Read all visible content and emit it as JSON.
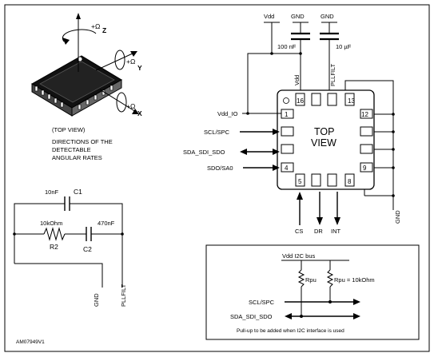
{
  "frame": {
    "figure_id": "AM07949V1"
  },
  "sensor_sketch": {
    "axis_x": "X",
    "axis_y": "Y",
    "axis_z": "Z",
    "omega_x": "+Ω",
    "omega_y": "+Ω",
    "omega_z": "+Ω",
    "caption": [
      "(TOP VIEW)",
      "DIRECTIONS OF THE",
      "DETECTABLE",
      "ANGULAR RATES"
    ]
  },
  "chip": {
    "center_line1": "TOP",
    "center_line2": "VIEW",
    "pins": {
      "p1": "1",
      "p4": "4",
      "p5": "5",
      "p8": "8",
      "p9": "9",
      "p12": "12",
      "p13": "13",
      "p16": "16"
    },
    "vertical_labels": {
      "vdd": "Vdd",
      "pllfilt": "PLLFILT"
    }
  },
  "supply": {
    "vdd": "Vdd",
    "gnd1": "GND",
    "gnd2": "GND",
    "cap1": "100 nF",
    "cap2": "10 µF",
    "gnd_right": "GND"
  },
  "signals": {
    "vdd_io": "Vdd_IO",
    "scl_spc": "SCL/SPC",
    "sda_sdi_sdo": "SDA_SDI_SDO",
    "sdo_sa0": "SDO/SA0",
    "cs": "CS",
    "dr": "DR",
    "int": "INT"
  },
  "pll_filter": {
    "c1_value": "10nF",
    "c1_name": "C1",
    "r2_value": "10kOhm",
    "r2_name": "R2",
    "c2_value": "470nF",
    "c2_name": "C2",
    "gnd": "GND",
    "pllfilt": "PLLFILT"
  },
  "i2c_box": {
    "bus_label": "Vdd I2C bus",
    "rpu_left": "Rpu",
    "rpu_right": "Rpu = 10kOhm",
    "scl": "SCL/SPC",
    "sda": "SDA_SDI_SDO",
    "note": "Pull-up to be added when I2C interface is used"
  }
}
